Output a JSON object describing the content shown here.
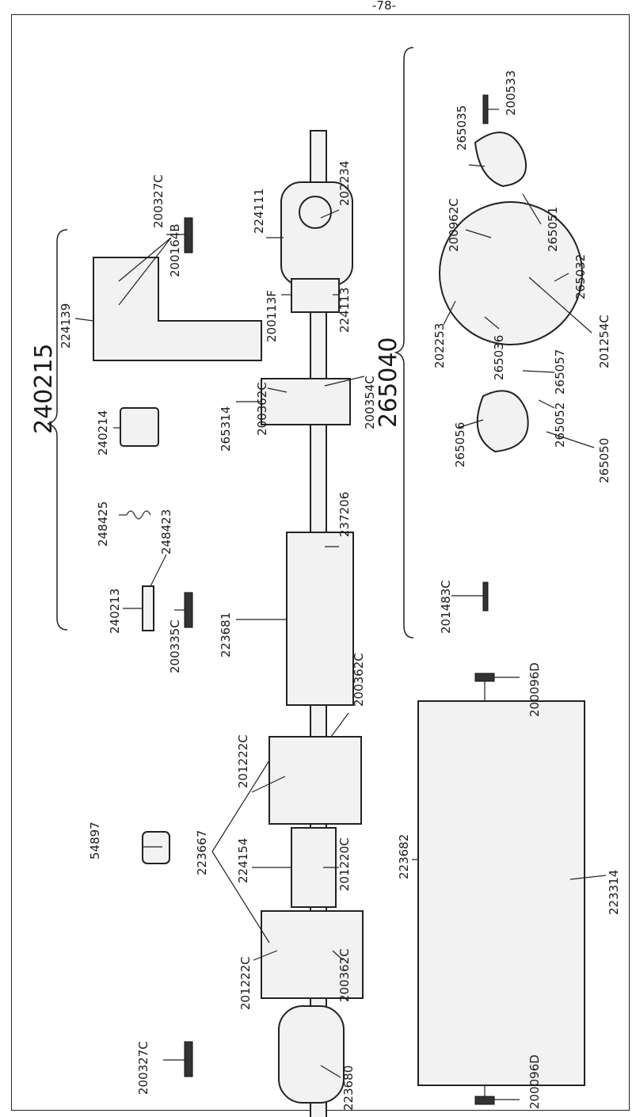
{
  "page": {
    "header_fragment": "-78-"
  },
  "assemblies": {
    "a240215": "240215",
    "a265040": "265040"
  },
  "labels": {
    "p224139": "224139",
    "p200164B": "200164B",
    "p200327C_top": "200327C",
    "p240214": "240214",
    "p248425": "248425",
    "p248423": "248423",
    "p240213": "240213",
    "p200335C": "200335C",
    "p224111": "224111",
    "p202234": "202234",
    "p200113F": "200113F",
    "p224113": "224113",
    "p200362C_a": "200362C",
    "p200354C": "200354C",
    "p265314": "265314",
    "p237206": "237206",
    "p223681": "223681",
    "p200362C_b": "200362C",
    "p201222C_a": "201222C",
    "p224154": "224154",
    "p201220C": "201220C",
    "p223682": "223682",
    "p223667": "223667",
    "p54897": "54897",
    "p201222C_b": "201222C",
    "p200362C_c": "200362C",
    "p200327C_bot": "200327C",
    "p223680": "223680",
    "p200533": "200533",
    "p265035": "265035",
    "p200962C": "200962C",
    "p265051": "265051",
    "p265032": "265032",
    "p201254C": "201254C",
    "p202253": "202253",
    "p265036": "265036",
    "p265057": "265057",
    "p265052": "265052",
    "p265056": "265056",
    "p265050": "265050",
    "p201483C": "201483C",
    "p200096D_top": "200096D",
    "p223314": "223314",
    "p200096D_bot": "200096D"
  }
}
